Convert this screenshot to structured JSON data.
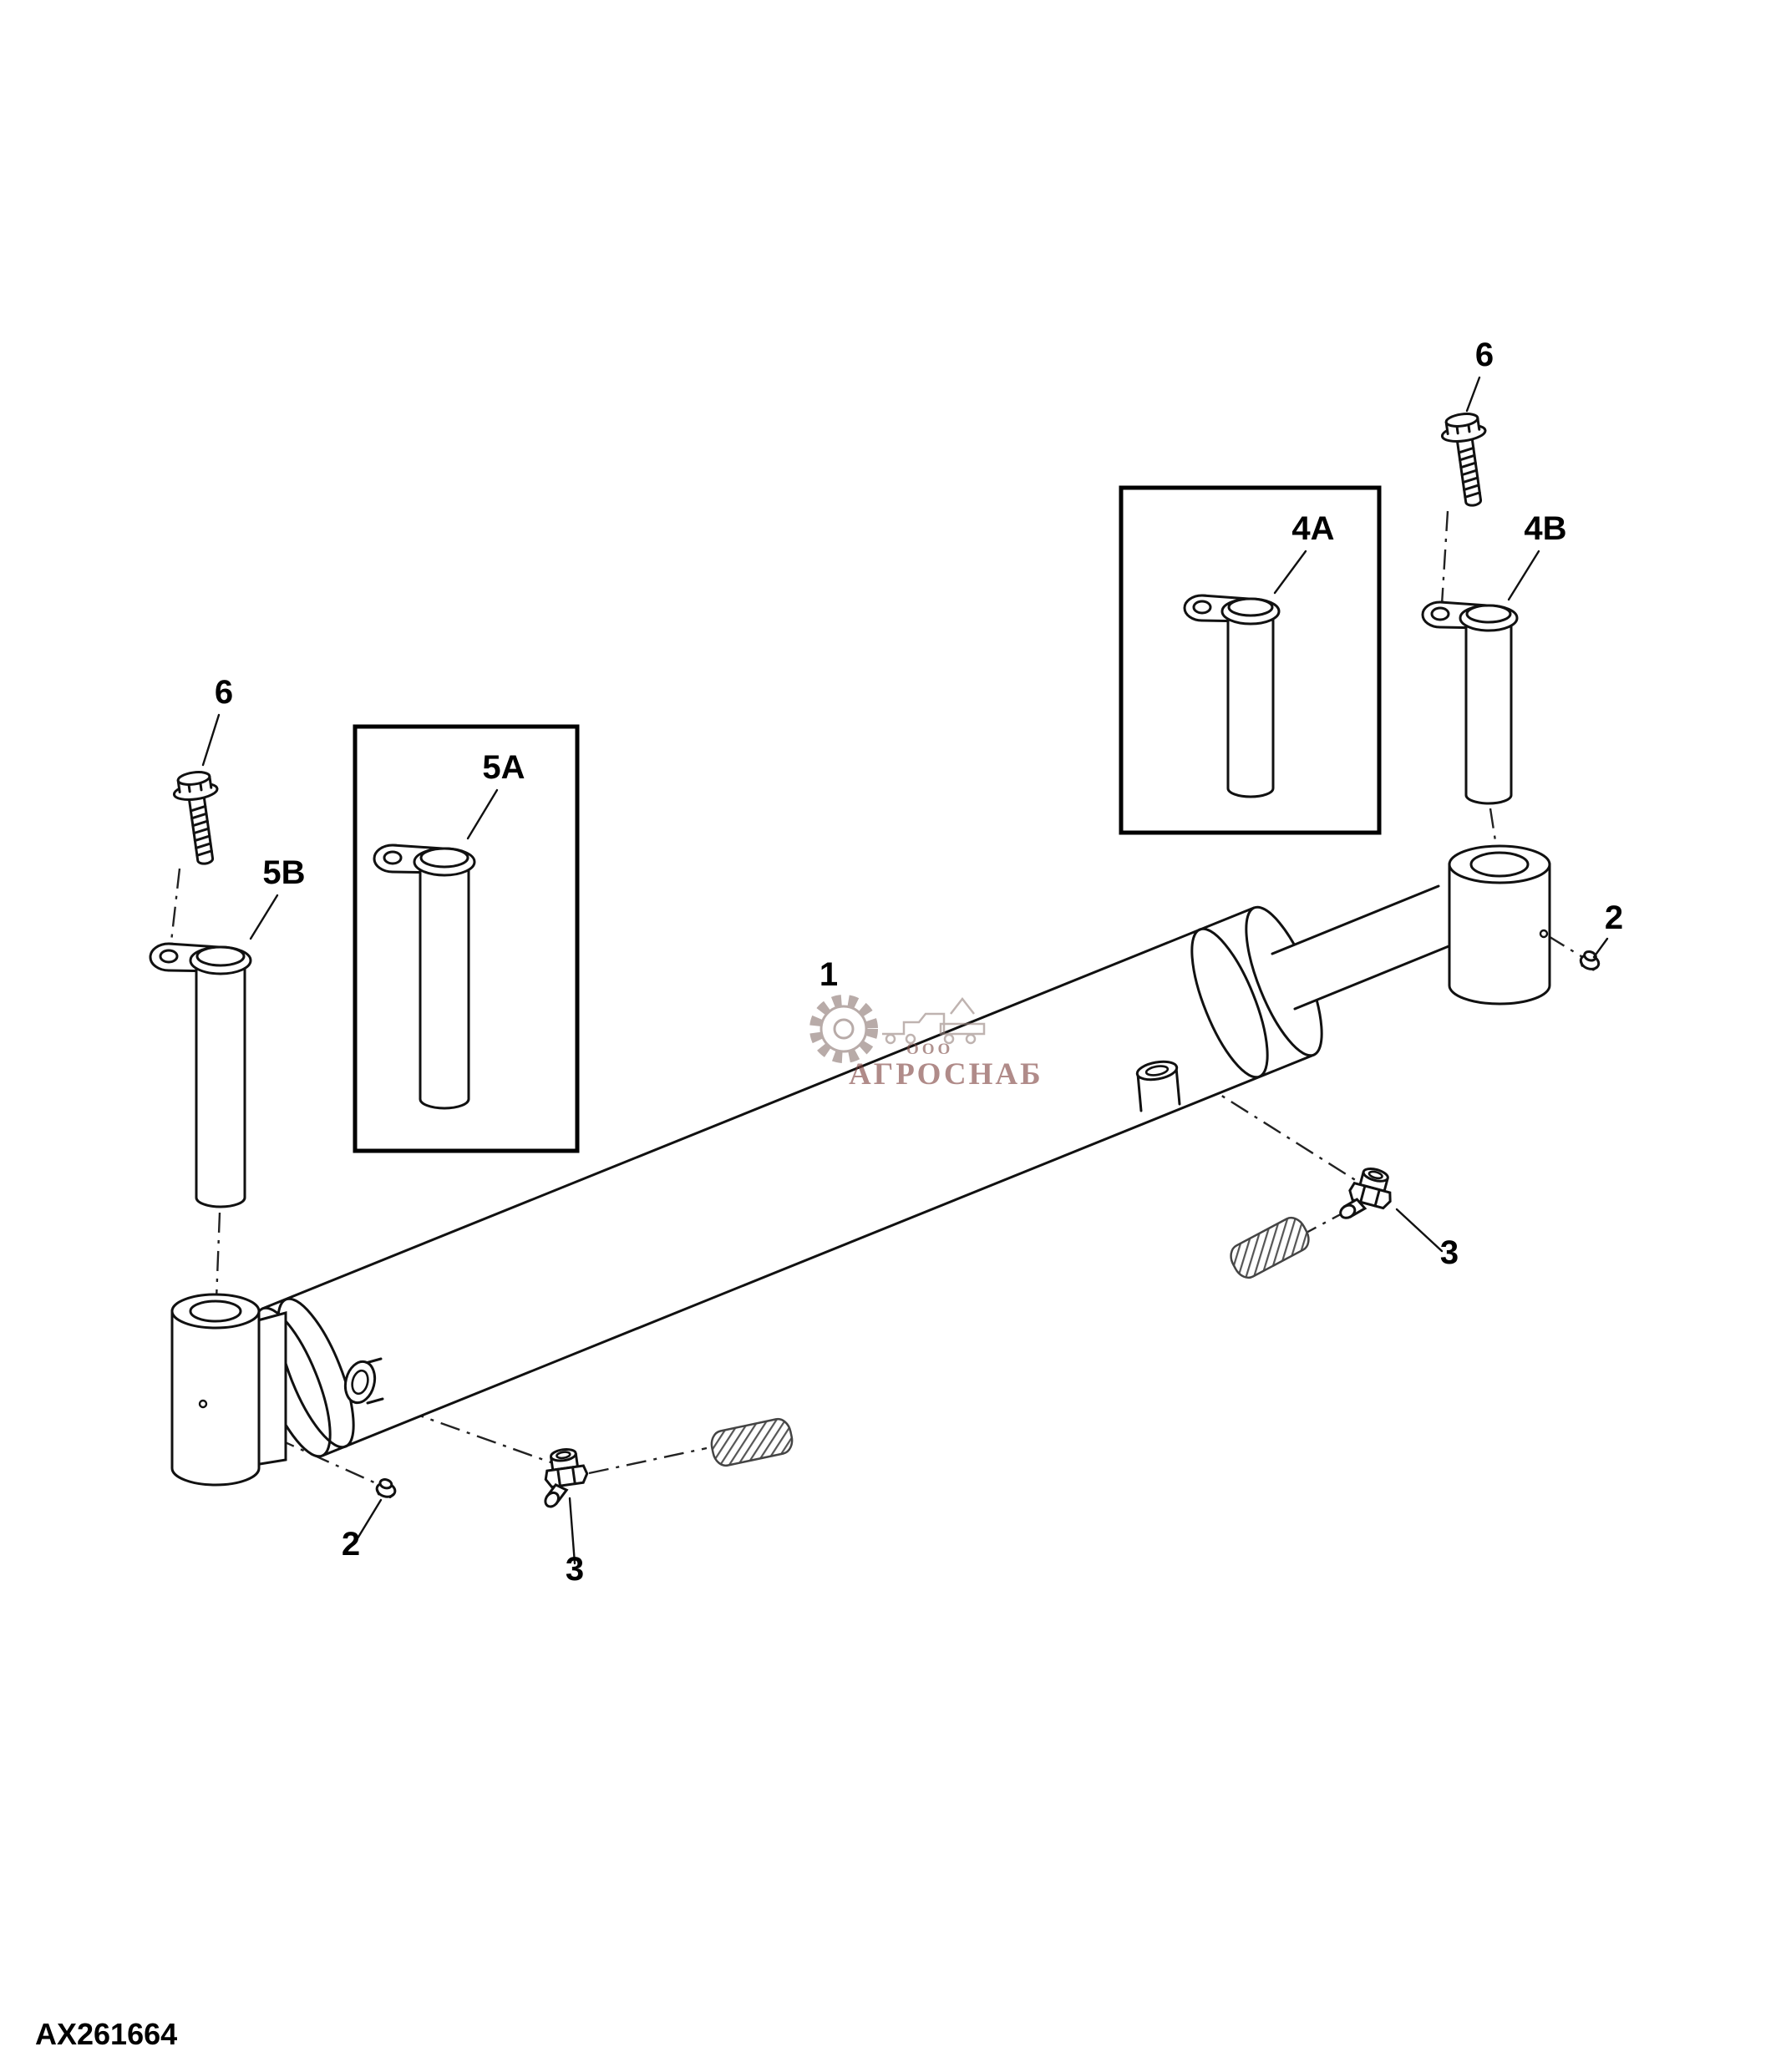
{
  "diagram": {
    "footer_code": "AX261664",
    "watermark": {
      "prefix": "ООО",
      "name": "АГРОСНАБ"
    },
    "callouts": {
      "cylinder": "1",
      "fitting_plug_left": "2",
      "fitting_plug_right": "2",
      "elbow_left": "3",
      "elbow_right": "3",
      "pin_4a": "4A",
      "pin_4b": "4B",
      "pin_5a": "5A",
      "pin_5b": "5B",
      "bolt_left": "6",
      "bolt_right": "6"
    }
  }
}
